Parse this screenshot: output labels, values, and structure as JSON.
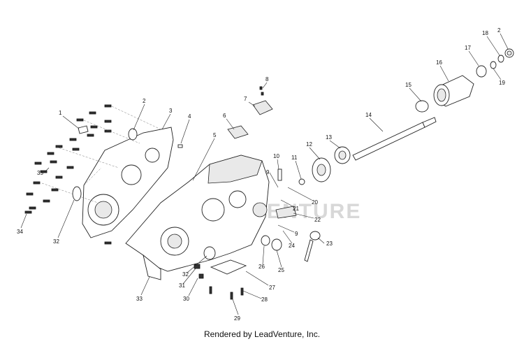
{
  "footer": {
    "credit": "Rendered by LeadVenture, Inc."
  },
  "watermark": {
    "text": "VENTURE"
  },
  "callouts": [
    "1",
    "2",
    "3",
    "4",
    "5",
    "6",
    "7",
    "8",
    "9",
    "10",
    "11",
    "12",
    "13",
    "14",
    "15",
    "16",
    "17",
    "18",
    "2",
    "19",
    "20",
    "21",
    "22",
    "9",
    "23",
    "24",
    "25",
    "26",
    "27",
    "28",
    "29",
    "30",
    "31",
    "32",
    "33",
    "34",
    "35",
    "32"
  ]
}
